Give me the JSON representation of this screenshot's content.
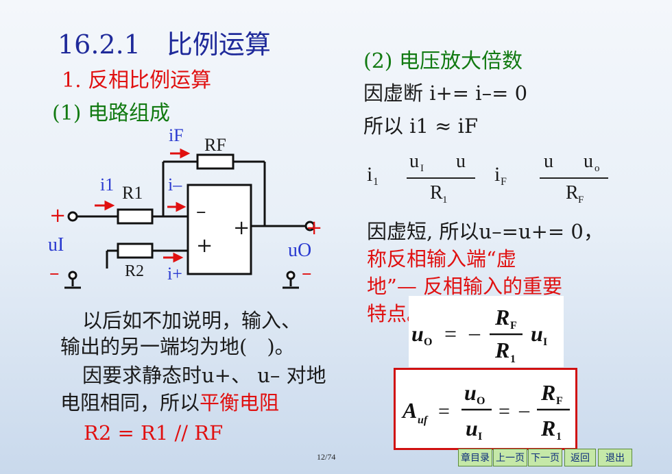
{
  "section_title": "16.2.1　比例运算",
  "subsection_title": "1. 反相比例运算",
  "part1_title": "(1) 电路组成",
  "part2_title": "(2) 电压放大倍数",
  "right_lines": {
    "virtual_open": "因虚断 i+= i–= 0",
    "therefore": "所以 i1 ≈ iF",
    "virtual_short": "因虚短, 所以u–=u+= 0，",
    "virtual_ground_1": "称反相输入端“虚",
    "virtual_ground_2": "地”— 反相输入的重要",
    "virtual_ground_3": "特点。"
  },
  "notes": {
    "line1": "以后如不加说明，输入、",
    "line2": "输出的另一端均为地(　)。",
    "line3": "因要求静态时u+、 u– 对地",
    "line4_a": "电阻相同，所以",
    "line4_b": "平衡电阻",
    "line5": "R2 = R1 // RF"
  },
  "circuit_labels": {
    "iF": "iF",
    "RF": "RF",
    "i1": "i1",
    "R1": "R1",
    "iminus": "i–",
    "iplus": "i+",
    "R2": "R2",
    "uI": "uI",
    "uO": "uO",
    "plus_in": "+",
    "minus_in": "–",
    "plus_out": "+",
    "minus_out": "–",
    "opamp_minus": "–",
    "opamp_plus": "+",
    "opamp_out": "+"
  },
  "page_number": "12/74",
  "nav": {
    "toc": "章目录",
    "prev": "上一页",
    "next": "下一页",
    "back": "返回",
    "exit": "退出"
  },
  "colors": {
    "title": "#1f2a9a",
    "highlight": "#e01010",
    "accent_green": "#127a12",
    "current_blue": "#2a3ad0"
  }
}
